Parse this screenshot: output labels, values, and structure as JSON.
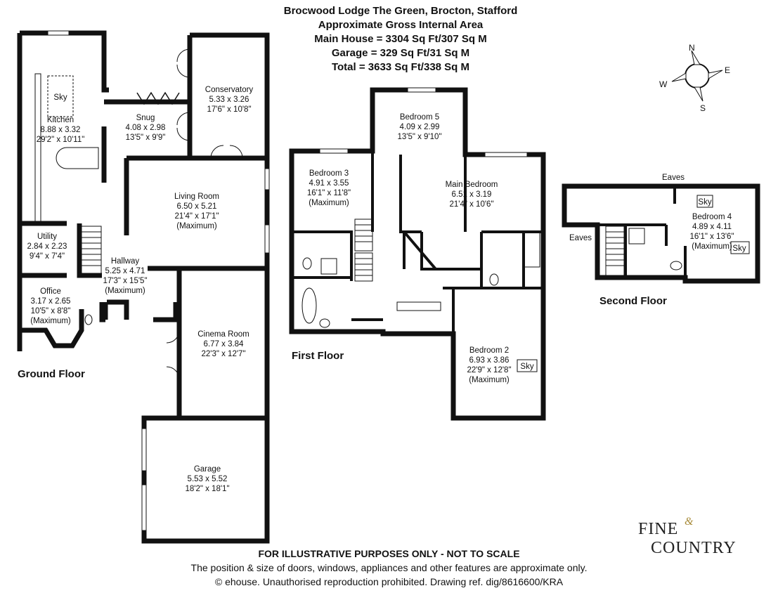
{
  "header": {
    "line1": "Brocwood Lodge The Green, Brocton, Stafford",
    "line2": "Approximate Gross Internal Area",
    "line3": "Main House = 3304 Sq Ft/307 Sq M",
    "line4": "Garage = 329 Sq Ft/31 Sq M",
    "line5": "Total = 3633 Sq Ft/338 Sq M"
  },
  "compass": {
    "n": "N",
    "e": "E",
    "s": "S",
    "w": "W"
  },
  "floors": {
    "ground": "Ground Floor",
    "first": "First Floor",
    "second": "Second Floor"
  },
  "rooms": {
    "kitchen": {
      "name": "Kitchen",
      "metric": "8.88 x 3.32",
      "imperial": "29'2\" x 10'11\""
    },
    "sky": "Sky",
    "snug": {
      "name": "Snug",
      "metric": "4.08 x 2.98",
      "imperial": "13'5\" x 9'9\""
    },
    "conservatory": {
      "name": "Conservatory",
      "metric": "5.33 x 3.26",
      "imperial": "17'6\" x 10'8\""
    },
    "living": {
      "name": "Living Room",
      "metric": "6.50 x 5.21",
      "imperial": "21'4\" x 17'1\"",
      "note": "(Maximum)"
    },
    "utility": {
      "name": "Utility",
      "metric": "2.84 x 2.23",
      "imperial": "9'4\" x 7'4\""
    },
    "hallway": {
      "name": "Hallway",
      "metric": "5.25 x 4.71",
      "imperial": "17'3\" x 15'5\"",
      "note": "(Maximum)"
    },
    "office": {
      "name": "Office",
      "metric": "3.17 x 2.65",
      "imperial": "10'5\" x 8'8\"",
      "note": "(Maximum)"
    },
    "cinema": {
      "name": "Cinema Room",
      "metric": "6.77 x 3.84",
      "imperial": "22'3\" x 12'7\""
    },
    "garage": {
      "name": "Garage",
      "metric": "5.53 x 5.52",
      "imperial": "18'2\" x 18'1\""
    },
    "bedroom5": {
      "name": "Bedroom 5",
      "metric": "4.09 x 2.99",
      "imperial": "13'5\" x 9'10\""
    },
    "bedroom3": {
      "name": "Bedroom 3",
      "metric": "4.91 x 3.55",
      "imperial": "16'1\" x 11'8\"",
      "note": "(Maximum)"
    },
    "main_bedroom": {
      "name": "Main Bedroom",
      "metric": "6.51 x 3.19",
      "imperial": "21'4\" x 10'6\""
    },
    "bedroom2": {
      "name": "Bedroom 2",
      "metric": "6.93 x 3.86",
      "imperial": "22'9\" x 12'8\"",
      "note": "(Maximum)"
    },
    "bedroom4": {
      "name": "Bedroom 4",
      "metric": "4.89 x 4.11",
      "imperial": "16'1\" x 13'6\"",
      "note": "(Maximum)"
    },
    "eaves": "Eaves"
  },
  "footer": {
    "line1": "FOR ILLUSTRATIVE PURPOSES ONLY - NOT TO SCALE",
    "line2": "The position & size of doors, windows, appliances and other features are approximate only.",
    "line3": "© ehouse. Unauthorised reproduction prohibited. Drawing ref. dig/8616600/KRA"
  },
  "logo": {
    "word1": "Fine",
    "amp": "&",
    "word2": "Country"
  },
  "colors": {
    "wall": "#111111",
    "window": "#ffffff",
    "gold": "#a88b3a"
  }
}
